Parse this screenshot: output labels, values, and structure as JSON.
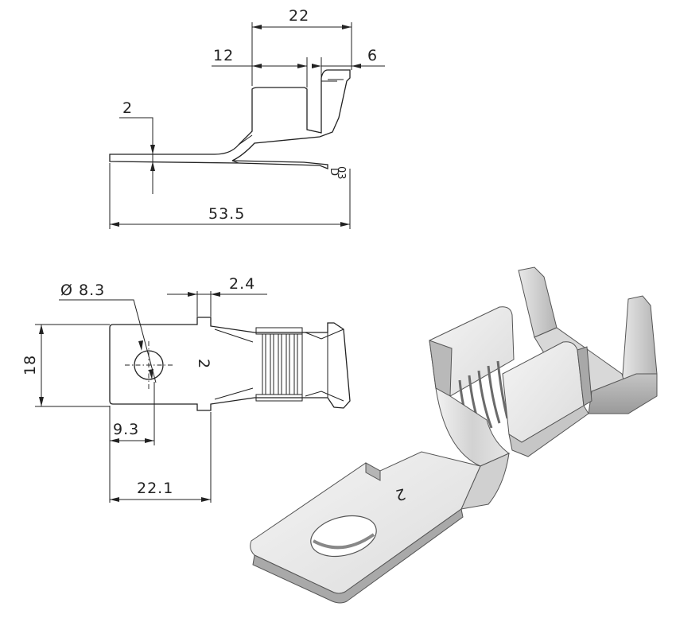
{
  "drawing": {
    "side_view": {
      "width_total": "22",
      "width_rear": "12",
      "width_front": "6",
      "thickness": "2",
      "overall_length": "53.5",
      "part_mark": "03"
    },
    "top_view": {
      "hole_diameter": "Ø 8.3",
      "neck_width": "2.4",
      "tab_width": "18",
      "hole_position": "9.3",
      "tab_length": "22.1",
      "stamped_number": "2"
    },
    "iso_view": {
      "stamped_number": "2"
    }
  }
}
